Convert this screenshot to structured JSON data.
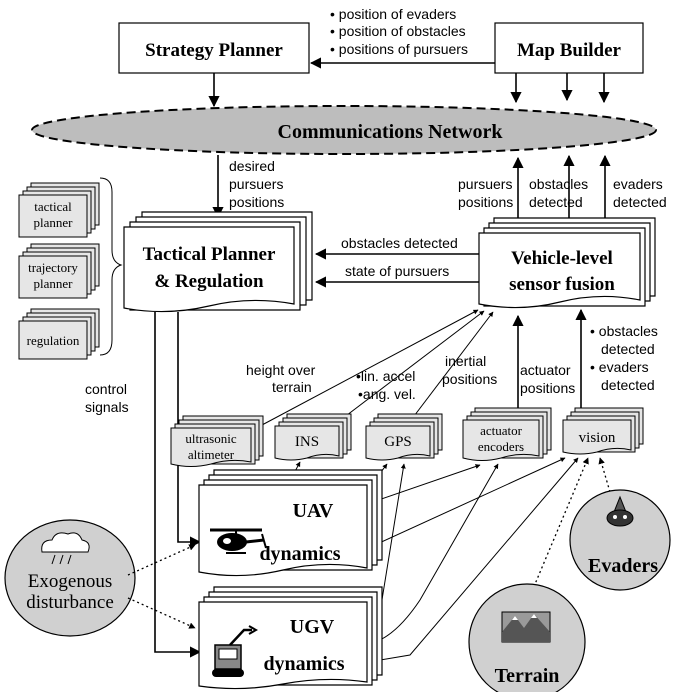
{
  "diagram": {
    "strategy_planner": "Strategy Planner",
    "map_builder": "Map Builder",
    "map_info": [
      "• position of evaders",
      "• position of obstacles",
      "• positions of pursuers"
    ],
    "network": "Communications  Network",
    "desired_positions": [
      "desired",
      "pursuers",
      "positions"
    ],
    "pursuers_positions": [
      "pursuers",
      "positions"
    ],
    "obstacles_detected": [
      "obstacles",
      "detected"
    ],
    "evaders_detected": [
      "evaders",
      "detected"
    ],
    "tactical": [
      "Tactical Planner",
      "& Regulation"
    ],
    "sensor_fusion": [
      "Vehicle-level",
      "sensor fusion"
    ],
    "obstacles_detected_h": "obstacles detected",
    "state_of_pursuers": "state of pursuers",
    "side_stack": [
      [
        "tactical",
        "planner"
      ],
      [
        "trajectory",
        "planner"
      ],
      [
        "regulation"
      ]
    ],
    "control_signals": [
      "control",
      "signals"
    ],
    "height_over_terrain": [
      "height over",
      "terrain"
    ],
    "accel": [
      "•lin. accel",
      "•ang. vel."
    ],
    "inertial_positions": [
      "inertial",
      "positions"
    ],
    "actuator_positions": [
      "actuator",
      "positions"
    ],
    "vision_info": [
      "• obstacles",
      "detected",
      "• evaders",
      "detected"
    ],
    "sensors": {
      "ultrasonic": [
        "ultrasonic",
        "altimeter"
      ],
      "ins": "INS",
      "gps": "GPS",
      "encoders": [
        "actuator",
        "encoders"
      ],
      "vision": "vision"
    },
    "uav": [
      "UAV",
      "dynamics"
    ],
    "ugv": [
      "UGV",
      "dynamics"
    ],
    "exogenous": [
      "Exogenous",
      "disturbance"
    ],
    "evaders": "Evaders",
    "terrain": "Terrain"
  }
}
